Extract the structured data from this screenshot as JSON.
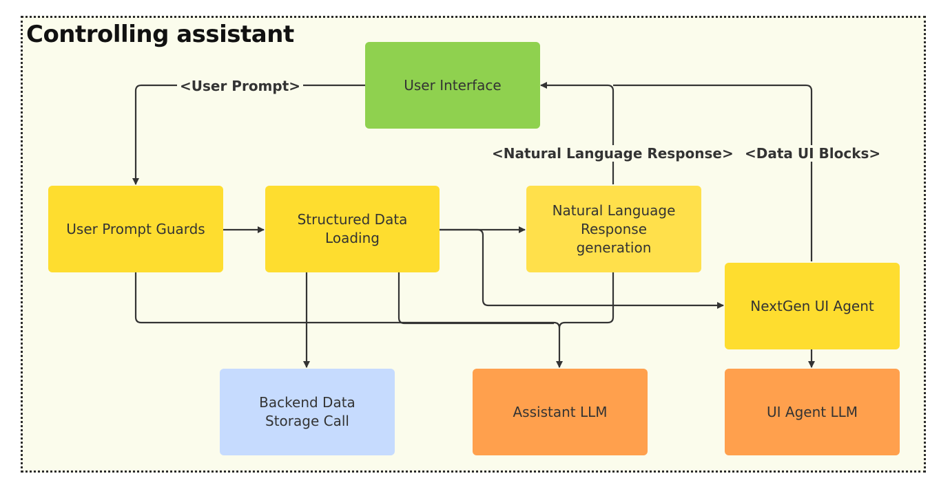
{
  "diagram": {
    "title": "Controlling assistant",
    "nodes": {
      "user_interface": "User Interface",
      "user_prompt_guards": "User Prompt Guards",
      "structured_data_loading": "Structured Data\nLoading",
      "nl_response_generation": "Natural Language\nResponse\ngeneration",
      "nextgen_ui_agent": "NextGen UI Agent",
      "backend_data_storage_call": "Backend Data\nStorage Call",
      "assistant_llm": "Assistant LLM",
      "ui_agent_llm": "UI Agent LLM"
    },
    "edge_labels": {
      "user_prompt": "<User Prompt>",
      "nl_response": "<Natural Language Response>",
      "data_ui_blocks": "<Data UI Blocks>"
    },
    "colors": {
      "frame_background": "#fbfcec",
      "user_interface": "#8fd14f",
      "process": "#fedd2f",
      "storage": "#c6dbfe",
      "llm": "#ffa04d"
    }
  }
}
